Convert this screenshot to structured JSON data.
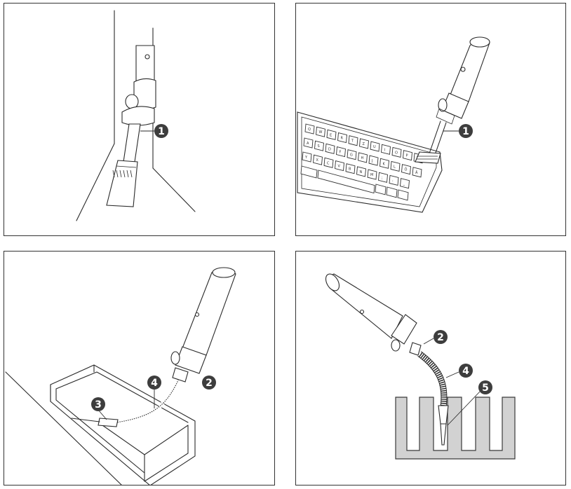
{
  "panels": [
    {
      "id": "panel-brush-wall",
      "callouts": [
        "1"
      ]
    },
    {
      "id": "panel-brush-keyboard",
      "callouts": [
        "1"
      ]
    },
    {
      "id": "panel-hose-drawer",
      "callouts": [
        "4",
        "2",
        "3"
      ]
    },
    {
      "id": "panel-hose-heatsink",
      "callouts": [
        "2",
        "4",
        "5"
      ]
    }
  ],
  "keyboard": {
    "row1": [
      "Q",
      "W",
      "E",
      "R",
      "T",
      "Z",
      "U",
      "I",
      "O",
      "P",
      "Ü"
    ],
    "row2": [
      "A",
      "S",
      "D",
      "F",
      "G",
      "H",
      "J",
      "K",
      "L",
      "Ö",
      "Ä"
    ],
    "row3": [
      "Y",
      "X",
      "C",
      "V",
      "B",
      "N",
      "M",
      ";",
      ":",
      "_"
    ]
  },
  "colors": {
    "callout": "#3d3d3d",
    "heatsink": "#d2d2d2",
    "line": "#2a2a2a"
  }
}
